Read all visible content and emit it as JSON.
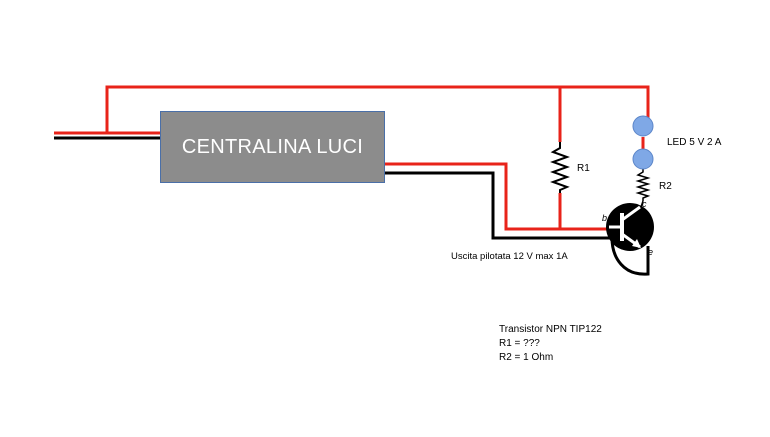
{
  "control_unit": {
    "label": "CENTRALINA LUCI"
  },
  "labels": {
    "r1": "R1",
    "r2": "R2",
    "led": "LED 5 V 2 A",
    "output": "Uscita pilotata 12 V max 1A"
  },
  "transistor": {
    "pin_b": "b",
    "pin_c": "c",
    "pin_e": "e"
  },
  "notes": [
    "Transistor NPN TIP122",
    "R1 = ???",
    "R2 = 1 Ohm"
  ],
  "colors": {
    "wire_positive": "#e8231a",
    "wire_negative": "#000000",
    "box_fill": "#8c8c8c",
    "led_fill": "#7fa8e6"
  }
}
